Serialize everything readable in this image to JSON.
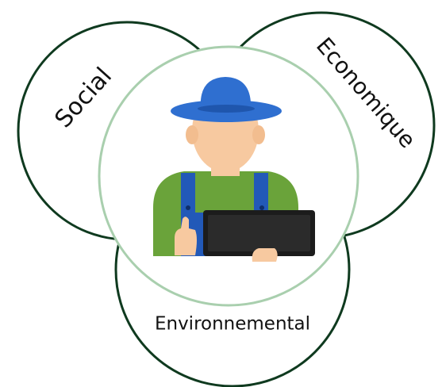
{
  "diagram": {
    "pillars": {
      "social": "Social",
      "economic": "Economique",
      "environmental": "Environnemental"
    },
    "center_icon": "farmer-with-tablet-icon",
    "colors": {
      "outer_circle_stroke": "#0f3a1f",
      "center_circle_stroke": "#a9cfae",
      "hat": "#2f6fd0",
      "hat_dark": "#1f56ad",
      "skin": "#f7c9a0",
      "shirt": "#6aa33a",
      "overalls": "#2259b8",
      "tablet": "#1c1c1c"
    }
  }
}
